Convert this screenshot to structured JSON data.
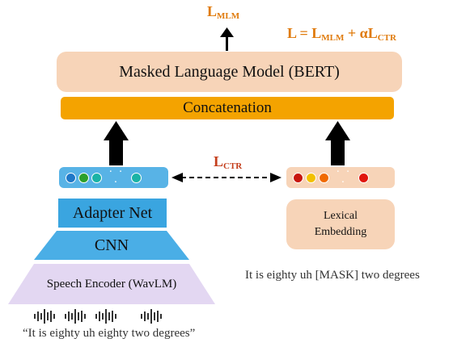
{
  "losses": {
    "mlm": {
      "base": "L",
      "sub": "MLM"
    },
    "total": {
      "prefix": "L = ",
      "sub1": "MLM",
      "mid": " + αL",
      "sub2": "CTR"
    },
    "ctr": {
      "base": "L",
      "sub": "CTR"
    }
  },
  "boxes": {
    "mlm": "Masked Language Model (BERT)",
    "concat": "Concatenation",
    "adapter": "Adapter Net",
    "cnn": "CNN",
    "encoder": "Speech Encoder (WavLM)",
    "lexical_line1": "Lexical",
    "lexical_line2": "Embedding"
  },
  "sequences": {
    "speech_dots": [
      "#1f78c8",
      "#2ca02c",
      "#1ab3a6",
      "#1ab3a6"
    ],
    "text_dots": [
      "#c8170e",
      "#f2c000",
      "#f06a00",
      "#e0160e"
    ],
    "ellipsis": "· · ·"
  },
  "texts": {
    "masked_text": "It is eighty uh [MASK] two degrees",
    "transcript": "“It is eighty uh eighty two degrees”"
  },
  "colors": {
    "mlm_box": "#f7d4b8",
    "concat": "#f4a300",
    "adapter": "#3aa5e0",
    "cnn": "#4aaee6",
    "encoder": "#e3d7f2",
    "loss_orange": "#e07b0c",
    "ctr_red": "#c43e1c"
  }
}
